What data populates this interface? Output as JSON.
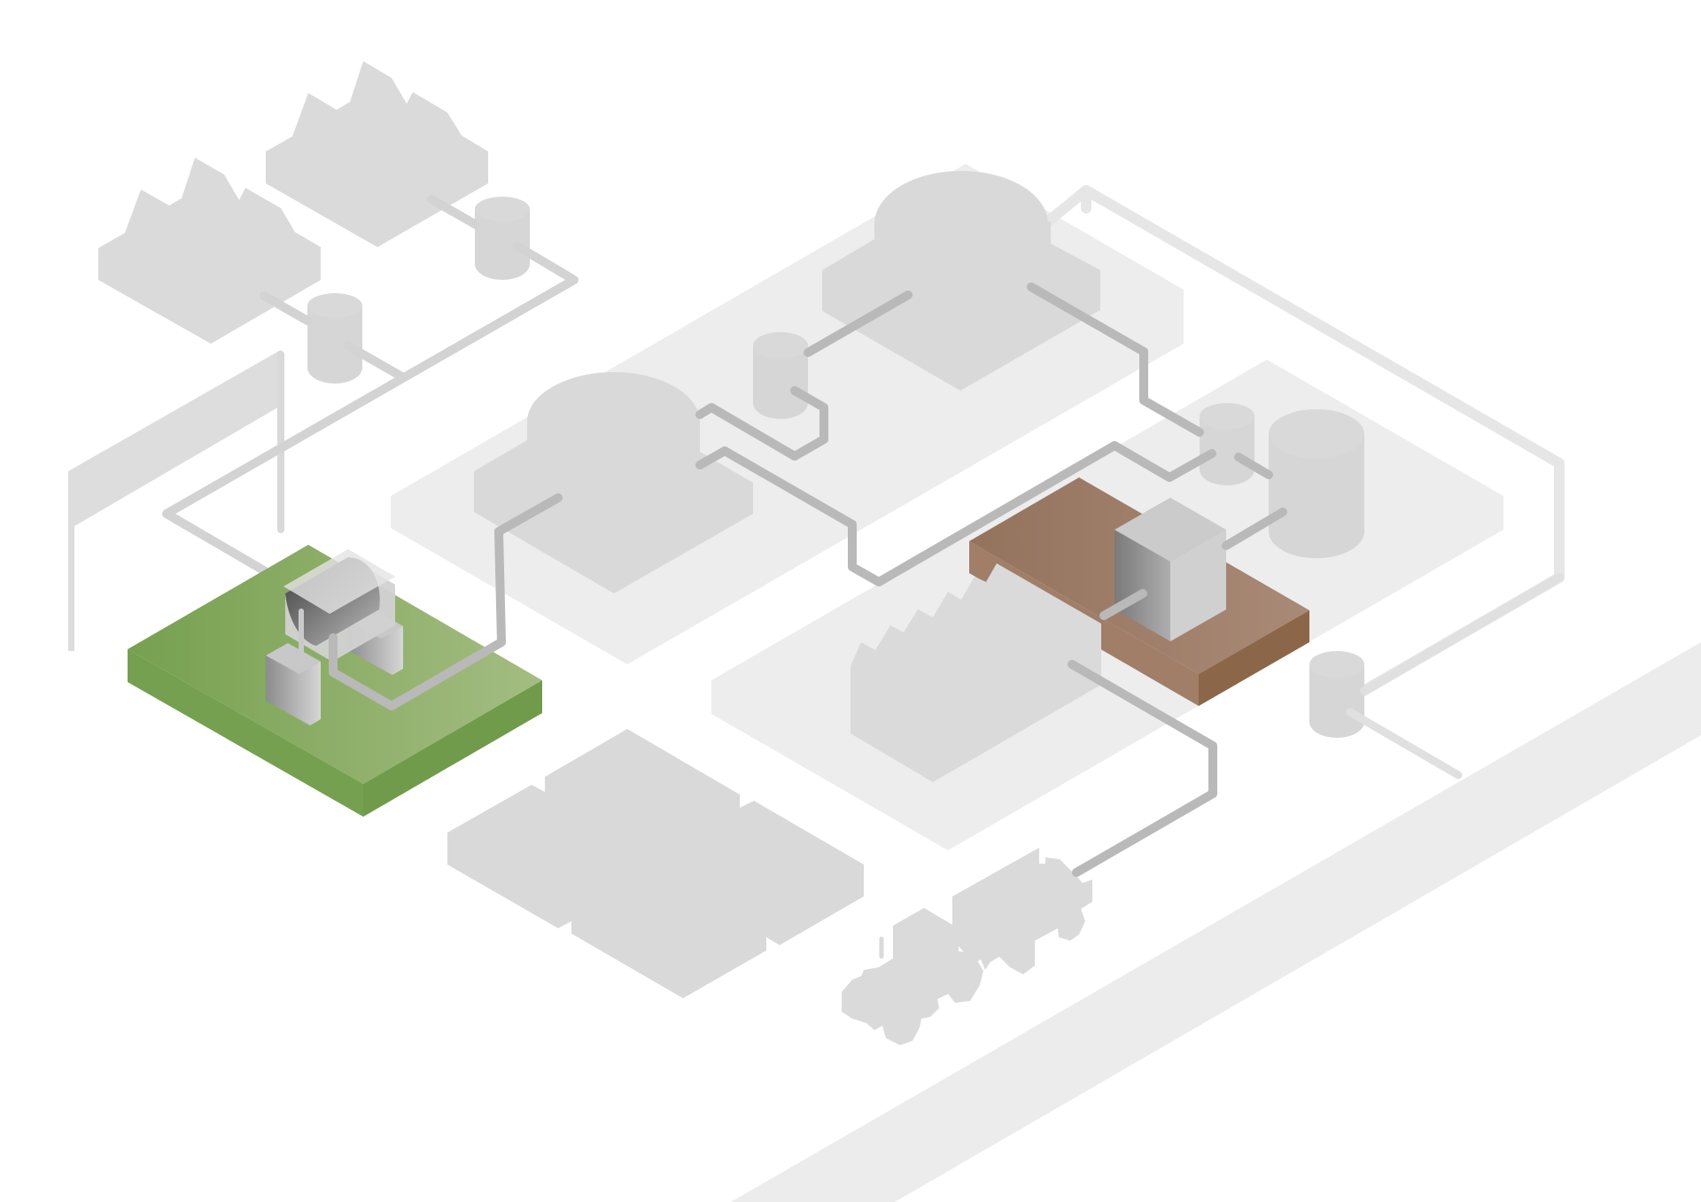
{
  "diagram": {
    "kind": "isometric infrastructure illustration",
    "labels": [],
    "colors": {
      "background": "#ffffff",
      "ground_light": "#eeeeee",
      "ground_mid": "#e8e8e8",
      "building": "#d9d9d9",
      "building_dark": "#cfcfcf",
      "pipe": "#b9b9b9",
      "pipe_light": "#d3d3d3",
      "highlight_green": "#7fa65a",
      "highlight_green_side": "#6f9a4c",
      "highlight_brown": "#9c7a64",
      "highlight_brown_side": "#8b6548",
      "equipment_grey_dark": "#6e6e6e",
      "equipment_grey_light": "#d8d8d8"
    },
    "icons": [
      "factory-icon",
      "storage-tank-icon",
      "digester-dome-icon",
      "processing-unit-icon",
      "warehouse-icon",
      "tractor-icon",
      "road-icon",
      "pipeline-icon"
    ],
    "highlighted_zones": [
      "green-plot",
      "brown-plot"
    ]
  }
}
